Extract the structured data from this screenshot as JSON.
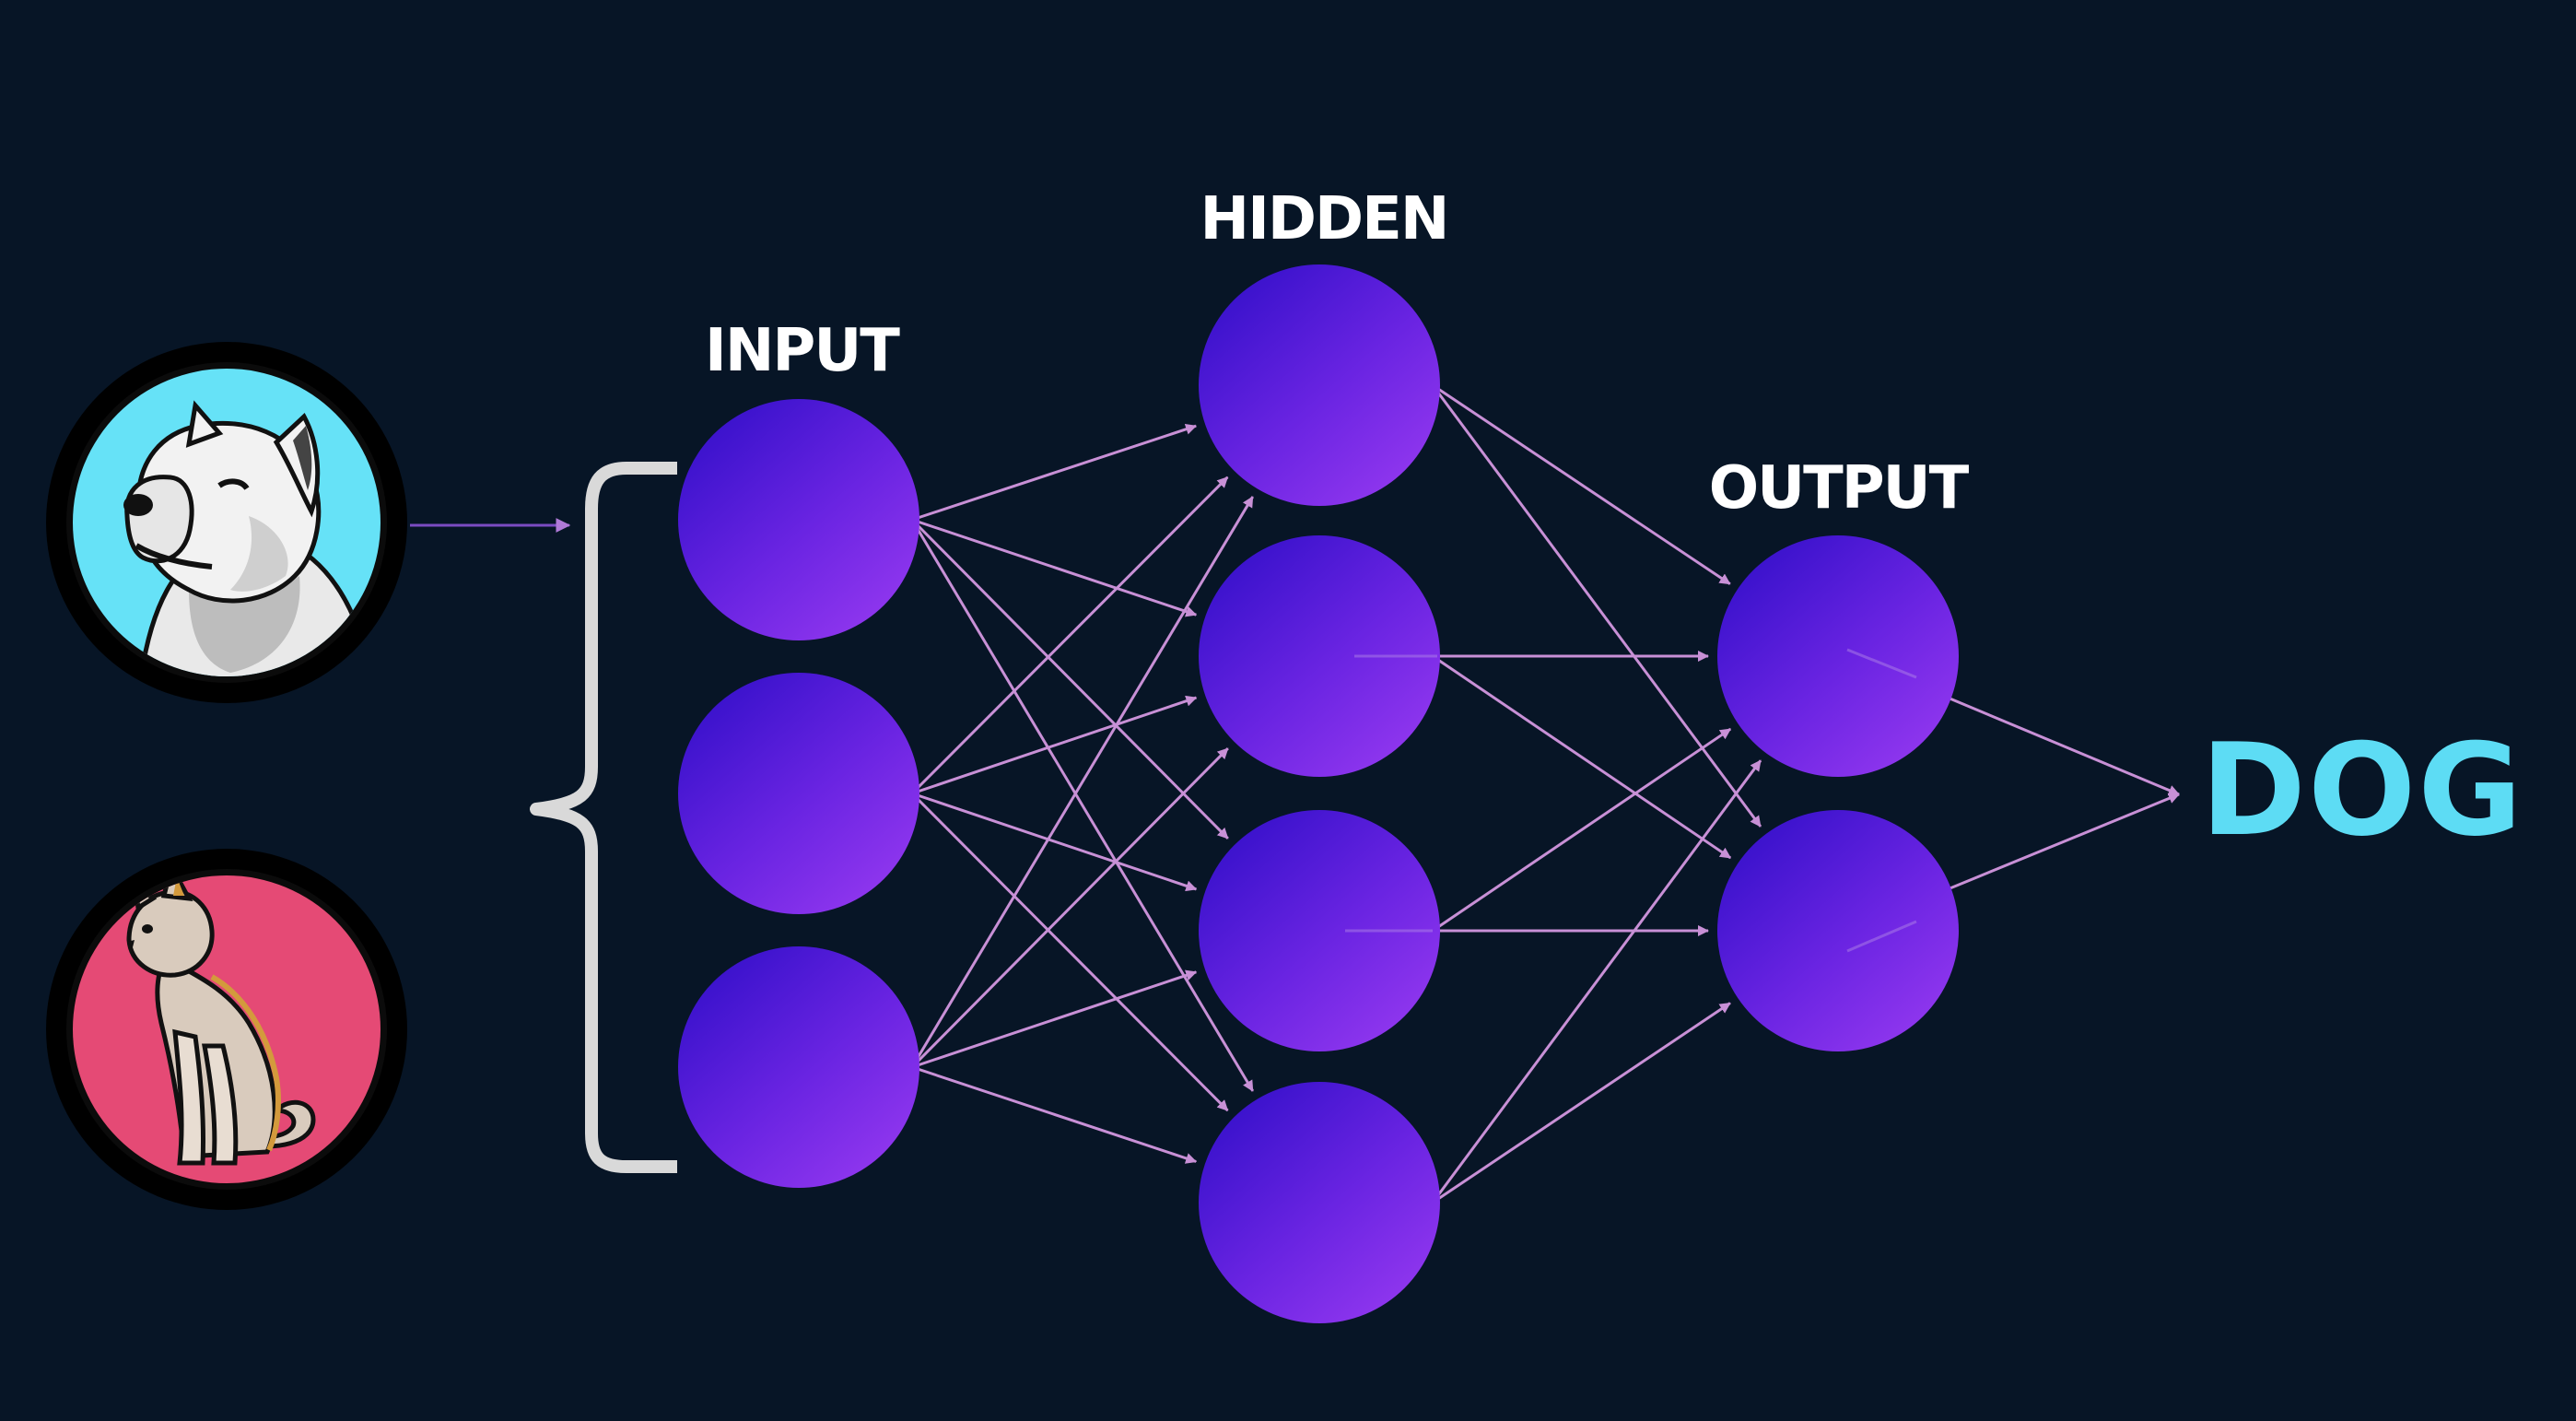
{
  "labels": {
    "input": "INPUT",
    "hidden": "HIDDEN",
    "output": "OUTPUT",
    "result": "DOG"
  },
  "colors": {
    "background": "#071526",
    "neuron_light": "#8c35f0",
    "neuron_dark": "#3a12cc",
    "connection": "#c890d6",
    "result_text": "#5ddcf4",
    "dog_badge": "#66e2f7",
    "cat_badge": "#e54a75",
    "brace": "#d9d9d9"
  },
  "icons": {
    "dog": "dog-portrait-icon",
    "cat": "cat-sitting-icon"
  },
  "layers": [
    {
      "name": "input",
      "neurons": 3
    },
    {
      "name": "hidden",
      "neurons": 4
    },
    {
      "name": "output",
      "neurons": 2
    }
  ]
}
